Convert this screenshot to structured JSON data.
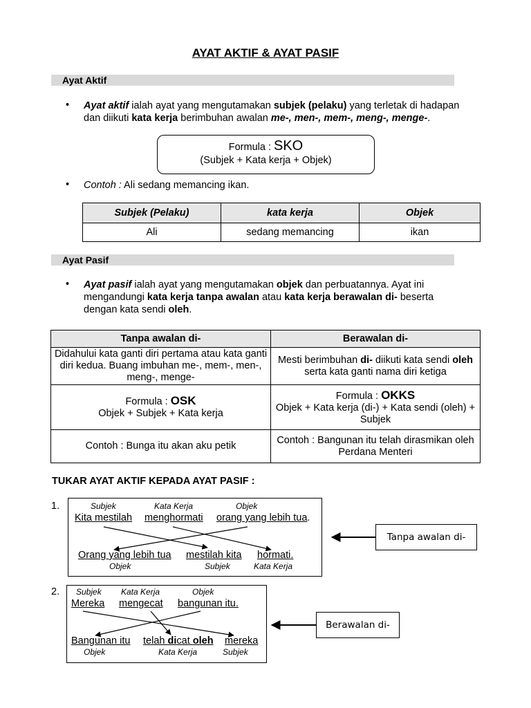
{
  "title": "AYAT AKTIF & AYAT PASIF",
  "aktif": {
    "heading": "Ayat Aktif",
    "def_term": "Ayat aktif",
    "def_1": " ialah ayat yang mengutamakan ",
    "def_b1": "subjek (pelaku)",
    "def_2": " yang terletak di hadapan dan diikuti ",
    "def_b2": "kata kerja",
    "def_3": " berimbuhan awalan ",
    "def_b3": "me-, men-, mem-, meng-, menge-",
    "def_4": ".",
    "formula_prefix": "Formula : ",
    "formula_code": "SKO",
    "formula_expand": "(Subjek  +  Kata kerja  +  Objek)",
    "contoh_label": "Contoh :",
    "contoh_text": " Ali sedang memancing ikan.",
    "table": {
      "headers": [
        "Subjek (Pelaku)",
        "kata kerja",
        "Objek"
      ],
      "row": [
        "Ali",
        "sedang memancing",
        "ikan"
      ]
    }
  },
  "pasif": {
    "heading": "Ayat Pasif",
    "def_term": "Ayat pasif",
    "def_1": " ialah ayat yang mengutamakan ",
    "def_b1": "objek",
    "def_2": " dan perbuatannya. Ayat ini mengandungi ",
    "def_b2": "kata kerja tanpa awalan",
    "def_3": " atau ",
    "def_b3": "kata kerja berawalan di-",
    "def_4": " beserta dengan kata sendi ",
    "def_b4": "oleh",
    "def_5": ".",
    "table": {
      "headers": [
        "Tanpa awalan di-",
        "Berawalan di-"
      ],
      "r1c1": "Didahului kata ganti diri pertama atau kata ganti diri kedua. Buang imbuhan me-, mem-, men-, meng-, menge-",
      "r1c2_a": "Mesti berimbuhan ",
      "r1c2_b": "di-",
      "r1c2_c": " diikuti kata sendi ",
      "r1c2_d": "oleh",
      "r1c2_e": " serta kata ganti nama diri ketiga",
      "r2c1_prefix": "Formula : ",
      "r2c1_code": "OSK",
      "r2c1_expand": "Objek + Subjek + Kata kerja",
      "r2c2_prefix": "Formula : ",
      "r2c2_code": "OKKS",
      "r2c2_expand": "Objek + Kata kerja (di-) + Kata sendi (oleh) + Subjek",
      "r3c1": "Contoh : Bunga itu akan aku petik",
      "r3c2": "Contoh : Bangunan itu telah dirasmikan oleh Perdana Menteri"
    }
  },
  "tukar": {
    "heading": "TUKAR AYAT AKTIF KEPADA AYAT PASIF :",
    "ex1": {
      "num": "1.",
      "top_labels": [
        "Subjek",
        "Kata Kerja",
        "Objek"
      ],
      "top_words": [
        "Kita mestilah",
        "menghormati",
        "orang yang lebih tua"
      ],
      "top_end": ".",
      "bottom_words": [
        "Orang yang lebih tua",
        "mestilah kita",
        "hormati."
      ],
      "bottom_labels": [
        "Objek",
        "Subjek",
        "Kata Kerja"
      ],
      "tag": "Tanpa awalan di-"
    },
    "ex2": {
      "num": "2.",
      "top_labels": [
        "Subjek",
        "Kata Kerja",
        "Objek"
      ],
      "top_words": [
        "Mereka",
        "mengecat",
        "bangunan itu."
      ],
      "bottom_w1": "Bangunan itu",
      "bottom_w2a": "telah ",
      "bottom_w2b": "di",
      "bottom_w2c": "cat ",
      "bottom_w2d": "oleh",
      "bottom_w3": "mereka",
      "bottom_labels": [
        "Objek",
        "Kata Kerja",
        "Subjek"
      ],
      "tag": "Berawalan di-"
    }
  }
}
